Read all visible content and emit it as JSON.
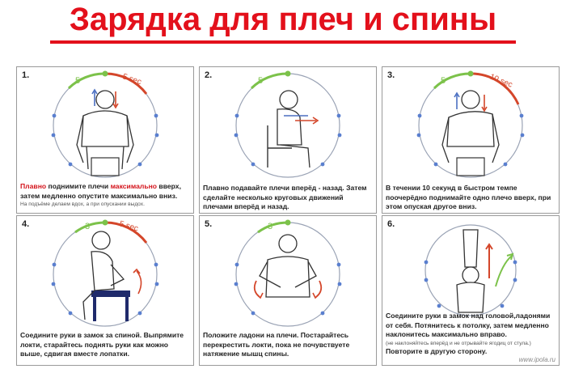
{
  "title": "Зарядка для плеч и спины",
  "colors": {
    "title": "#e3101b",
    "green": "#7cc24a",
    "red": "#d4462a",
    "blue": "#4b6fc1",
    "dots": "#5a7fcf"
  },
  "steps": [
    {
      "num": "1.",
      "count": "5",
      "sec": "5 sec",
      "cap1_red": "Плавно",
      "cap1_a": " поднимите плечи ",
      "cap1_red2": "максимально",
      "cap1_b": " вверх,",
      "cap2": "затем медленно опустите максимально вниз.",
      "note": "На подъёме делаем вдох, а при опускании выдох."
    },
    {
      "num": "2.",
      "count": "5",
      "caption": "Плавно подавайте плечи вперёд - назад. Затем сделайте несколько круговых движений плечами вперёд и назад."
    },
    {
      "num": "3.",
      "count": "5",
      "sec": "10 sec",
      "caption": "В течении 10 секунд в быстром темпе поочерёдно поднимайте одно плечо вверх, при этом опуская другое вниз."
    },
    {
      "num": "4.",
      "count": "3",
      "sec": "5 sec",
      "caption": "Соедините руки в замок за спиной. Выпрямите локти, старайтесь поднять руки как можно выше, сдвигая вместе лопатки."
    },
    {
      "num": "5.",
      "count": "3",
      "caption": "Положите ладони на плечи. Постарайтесь перекрестить локти, пока не почувствуете натяжение мышц спины."
    },
    {
      "num": "6.",
      "cap_a": "Соедините руки в замок над головой,ладонями от себя. Потянитесь к потолку, затем медленно наклонитесь максимально вправо.",
      "note": "(не наклоняйтесь вперёд и не отрывайте ягодиц от стула.)",
      "cap_b": "Повторите в другую сторону."
    }
  ],
  "watermark": "www.ipola.ru"
}
